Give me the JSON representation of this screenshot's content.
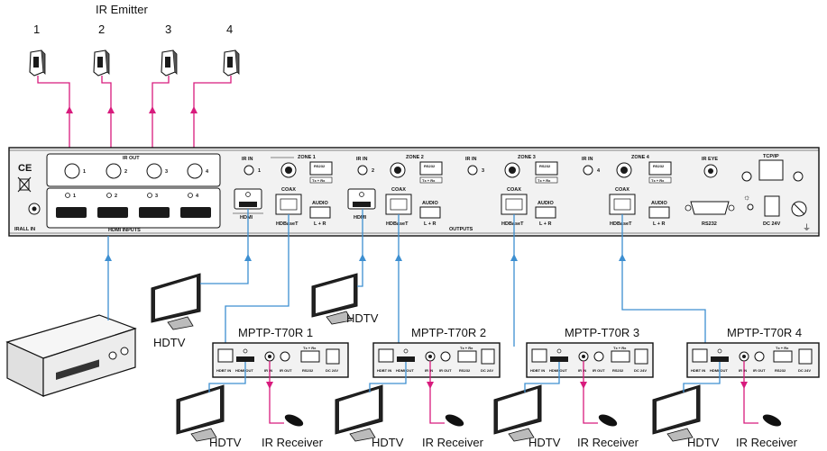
{
  "ir_emitter": {
    "title": "IR Emitter",
    "numbers": [
      "1",
      "2",
      "3",
      "4"
    ]
  },
  "matrix": {
    "ir_out_label": "IR OUT",
    "hdmi_inputs_label": "HDMI INPUTS",
    "ir_all_in_label": "IRALL IN",
    "ir_in_label": "IR IN",
    "ports": [
      "1",
      "2",
      "3",
      "4"
    ],
    "zones": [
      {
        "label": "ZONE 1",
        "num": "1"
      },
      {
        "label": "ZONE 2",
        "num": "2"
      },
      {
        "label": "ZONE 3",
        "num": "3"
      },
      {
        "label": "ZONE 4",
        "num": "4"
      }
    ],
    "rs232_label": "RS232",
    "txrx_label": "Tx + Rx",
    "coax_label": "COAX",
    "audio_label": "AUDIO",
    "lr_label": "L + R",
    "hdmi_label": "HDMI",
    "hdbaset_label": "HDBaseT",
    "outputs_label": "OUTPUTS",
    "ir_eye_label": "IR EYE",
    "tcpip_label": "TCP/IP",
    "dc_label": "DC 24V"
  },
  "hdtv_label": "HDTV",
  "receivers": [
    {
      "title": "MPTP-T70R 1"
    },
    {
      "title": "MPTP-T70R 2"
    },
    {
      "title": "MPTP-T70R 3"
    },
    {
      "title": "MPTP-T70R 4"
    }
  ],
  "receiver_ports": {
    "hdbaset_in": "HDBT IN",
    "hdmi_out": "HDMI OUT",
    "ir_in": "IR IN",
    "ir_out": "IR OUT",
    "rs232": "RS232",
    "dc": "DC 24V",
    "txrx": "Tx + Rx"
  },
  "ir_receiver_label": "IR Receiver"
}
